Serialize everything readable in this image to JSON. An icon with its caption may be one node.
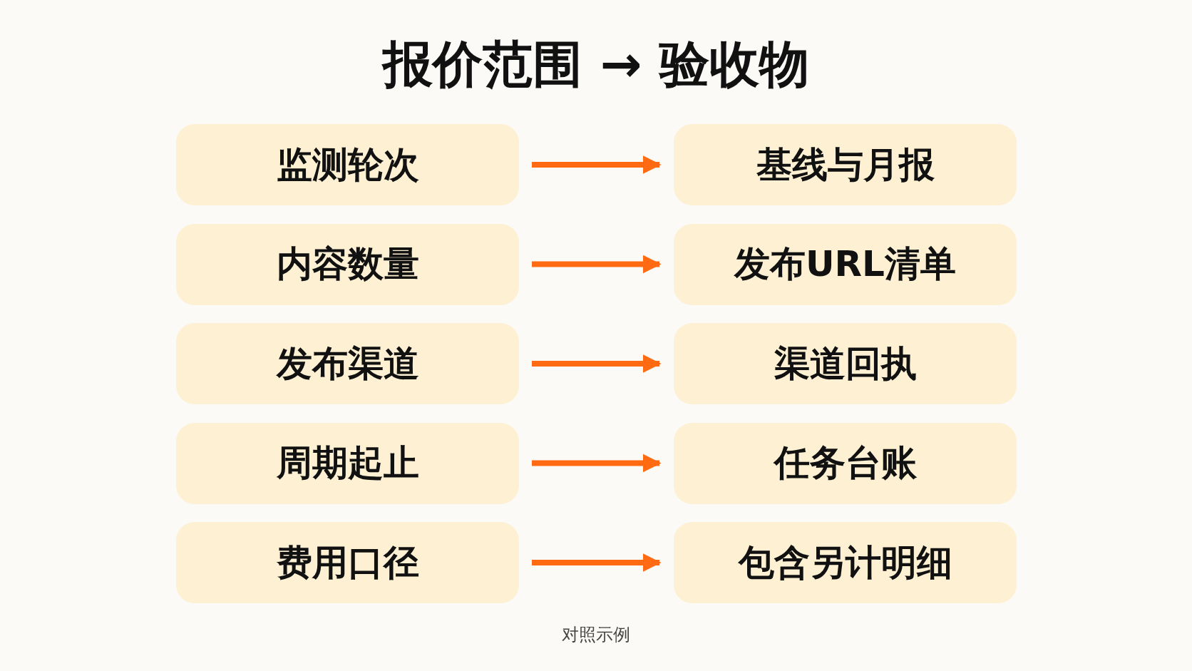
{
  "diagram": {
    "title": "报价范围 → 验收物",
    "nodes": [
      {
        "text": [
          "监测轮次"
        ]
      },
      {
        "text": [
          "基线与月报"
        ]
      },
      {
        "text": [
          "内容数量"
        ]
      },
      {
        "text": [
          "发布URL清单"
        ]
      },
      {
        "text": [
          "发布渠道"
        ]
      },
      {
        "text": [
          "渠道回执"
        ]
      },
      {
        "text": [
          "周期起止"
        ]
      },
      {
        "text": [
          "任务台账"
        ]
      },
      {
        "text": [
          "费用口径"
        ]
      },
      {
        "text": [
          "包含另计明细"
        ]
      }
    ],
    "edges": [
      {
        "from": 0,
        "to": 1,
        "arrow": "to"
      },
      {
        "from": 2,
        "to": 3,
        "arrow": "to"
      },
      {
        "from": 4,
        "to": 5,
        "arrow": "to"
      },
      {
        "from": 6,
        "to": 7,
        "arrow": "to"
      },
      {
        "from": 8,
        "to": 9,
        "arrow": "to"
      }
    ],
    "caption": "对照示例"
  }
}
